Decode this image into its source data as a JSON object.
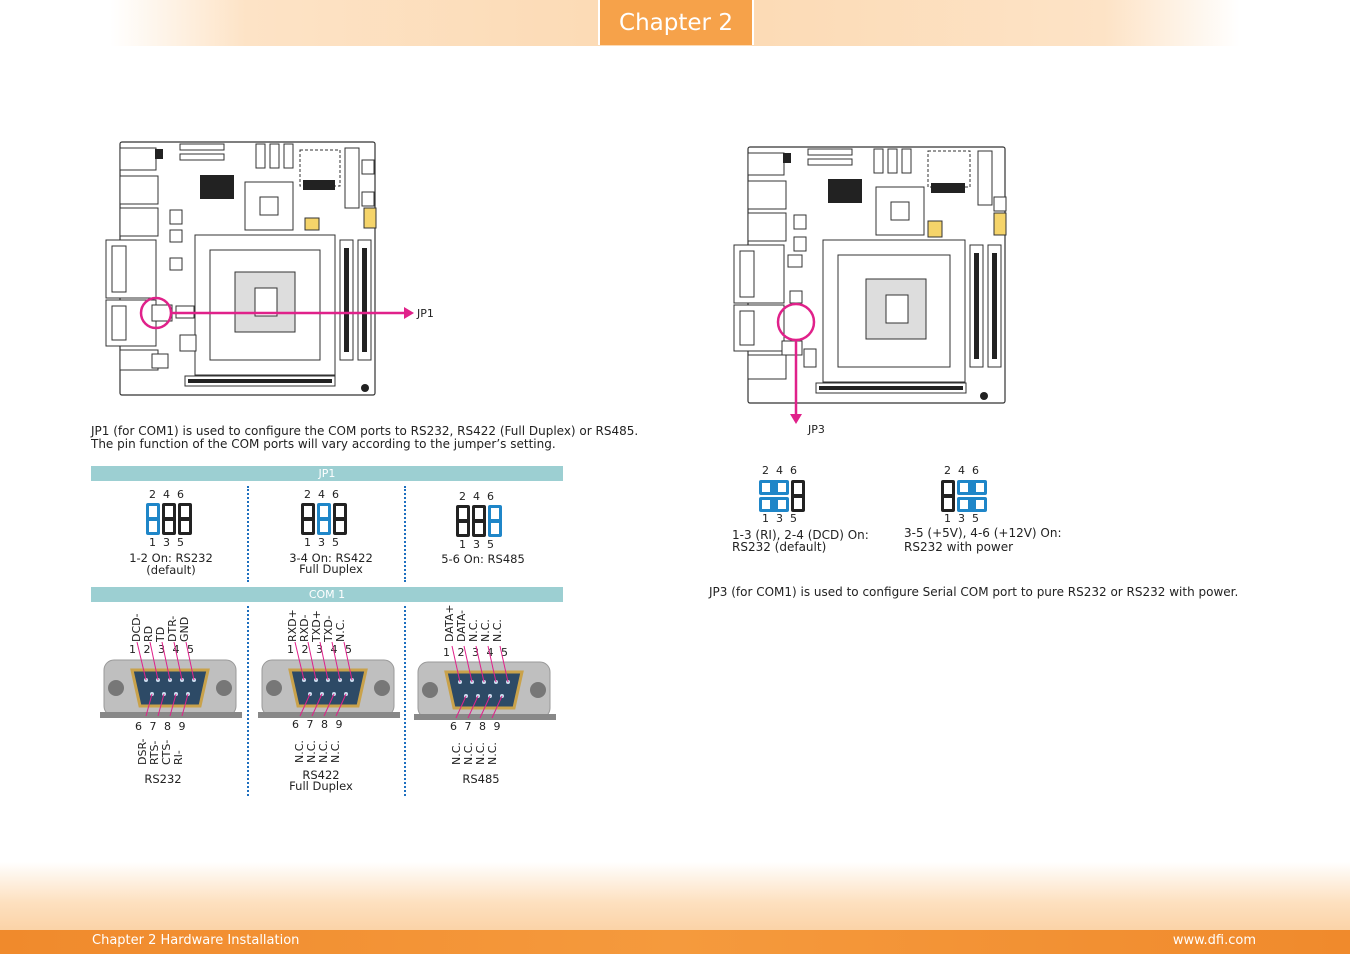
{
  "header": {
    "chapter_tab": "Chapter 2"
  },
  "footer": {
    "left": "Chapter 2 Hardware Installation",
    "right": "www.dfi.com"
  },
  "left": {
    "callout_label": "JP1",
    "description_line1": "JP1 (for COM1) is used to configure the COM ports to RS232, RS422 (Full Duplex) or RS485.",
    "description_line2": "The pin function of the COM ports will vary according to the jumper’s setting.",
    "jp1_bar": "JP1",
    "com1_bar": "COM 1",
    "jumper_top_pins": "2  4  6",
    "jumper_bottom_pins": "1  3  5",
    "settings": [
      {
        "line1": "1-2 On: RS232",
        "line2": "(default)"
      },
      {
        "line1": "3-4 On: RS422",
        "line2": "Full Duplex"
      },
      {
        "line1": "5-6 On: RS485",
        "line2": ""
      }
    ],
    "connectors": [
      {
        "top_signals": [
          "DCD-",
          "RD",
          "TD",
          "DTR-",
          "GND"
        ],
        "bottom_signals": [
          "DSR-",
          "RTS-",
          "CTS-",
          "RI-"
        ],
        "top_pins": "1 2 3 4 5",
        "bottom_pins": "6 7 8 9",
        "name_line1": "RS232",
        "name_line2": ""
      },
      {
        "top_signals": [
          "RXD+",
          "RXD-",
          "TXD+",
          "TXD-",
          "N.C."
        ],
        "bottom_signals": [
          "N.C.",
          "N.C.",
          "N.C.",
          "N.C."
        ],
        "top_pins": "1 2 3 4 5",
        "bottom_pins": "6 7 8 9",
        "name_line1": "RS422",
        "name_line2": "Full Duplex"
      },
      {
        "top_signals": [
          "DATA+",
          "DATA-",
          "N.C.",
          "N.C.",
          "N.C."
        ],
        "bottom_signals": [
          "N.C.",
          "N.C.",
          "N.C.",
          "N.C."
        ],
        "top_pins": "1 2 3 4 5",
        "bottom_pins": "6 7 8 9",
        "name_line1": "RS485",
        "name_line2": ""
      }
    ]
  },
  "right": {
    "callout_label": "JP3",
    "jumper_top_pins": "2  4  6",
    "jumper_bottom_pins": "1  3  5",
    "settings": [
      {
        "line1": "1-3 (RI), 2-4  (DCD) On:",
        "line2": "RS232 (default)"
      },
      {
        "line1": "3-5 (+5V), 4-6 (+12V) On:",
        "line2": "RS232 with power"
      }
    ],
    "description": "JP3 (for COM1) is used to configure Serial COM port to pure RS232 or RS232 with power."
  },
  "colors": {
    "accent_orange": "#f6a24a",
    "callout_magenta": "#e0218a",
    "jumper_blue": "#1f86c8",
    "jumper_black": "#222222",
    "section_teal": "#9ccfd2",
    "separator_blue": "#1e6fbf"
  }
}
